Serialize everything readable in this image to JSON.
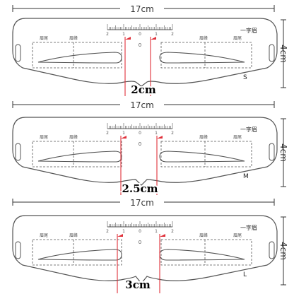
{
  "stencils": [
    {
      "width_label": "17cm",
      "height_label": "4cm",
      "size_letter": "S",
      "spacing_label": "2cm",
      "brand_text": "一字眉",
      "tail_left": "眉尾",
      "peak_left": "眉峰",
      "tail_right": "眉尾",
      "peak_right": "眉峰",
      "ruler_ticks": [
        "2",
        "1",
        "0",
        "1",
        "2"
      ],
      "center_mark": "0"
    },
    {
      "width_label": "17cm",
      "height_label": "4cm",
      "size_letter": "M",
      "spacing_label": "2.5cm",
      "brand_text": "一字眉",
      "tail_left": "眉尾",
      "peak_left": "眉峰",
      "tail_right": "眉尾",
      "peak_right": "眉峰",
      "ruler_ticks": [
        "2",
        "1",
        "0",
        "1",
        "2"
      ],
      "center_mark": "0"
    },
    {
      "width_label": "17cm",
      "height_label": "4cm",
      "size_letter": "L",
      "spacing_label": "3cm",
      "brand_text": "一字眉",
      "tail_left": "眉尾",
      "peak_left": "眉峰",
      "tail_right": "眉尾",
      "peak_right": "眉峰",
      "ruler_ticks": [
        "2",
        "1",
        "0",
        "1",
        "2"
      ],
      "center_mark": "0"
    }
  ],
  "colors": {
    "outline": "#555555",
    "dimension": "#333333",
    "arrow": "#e0303a"
  }
}
